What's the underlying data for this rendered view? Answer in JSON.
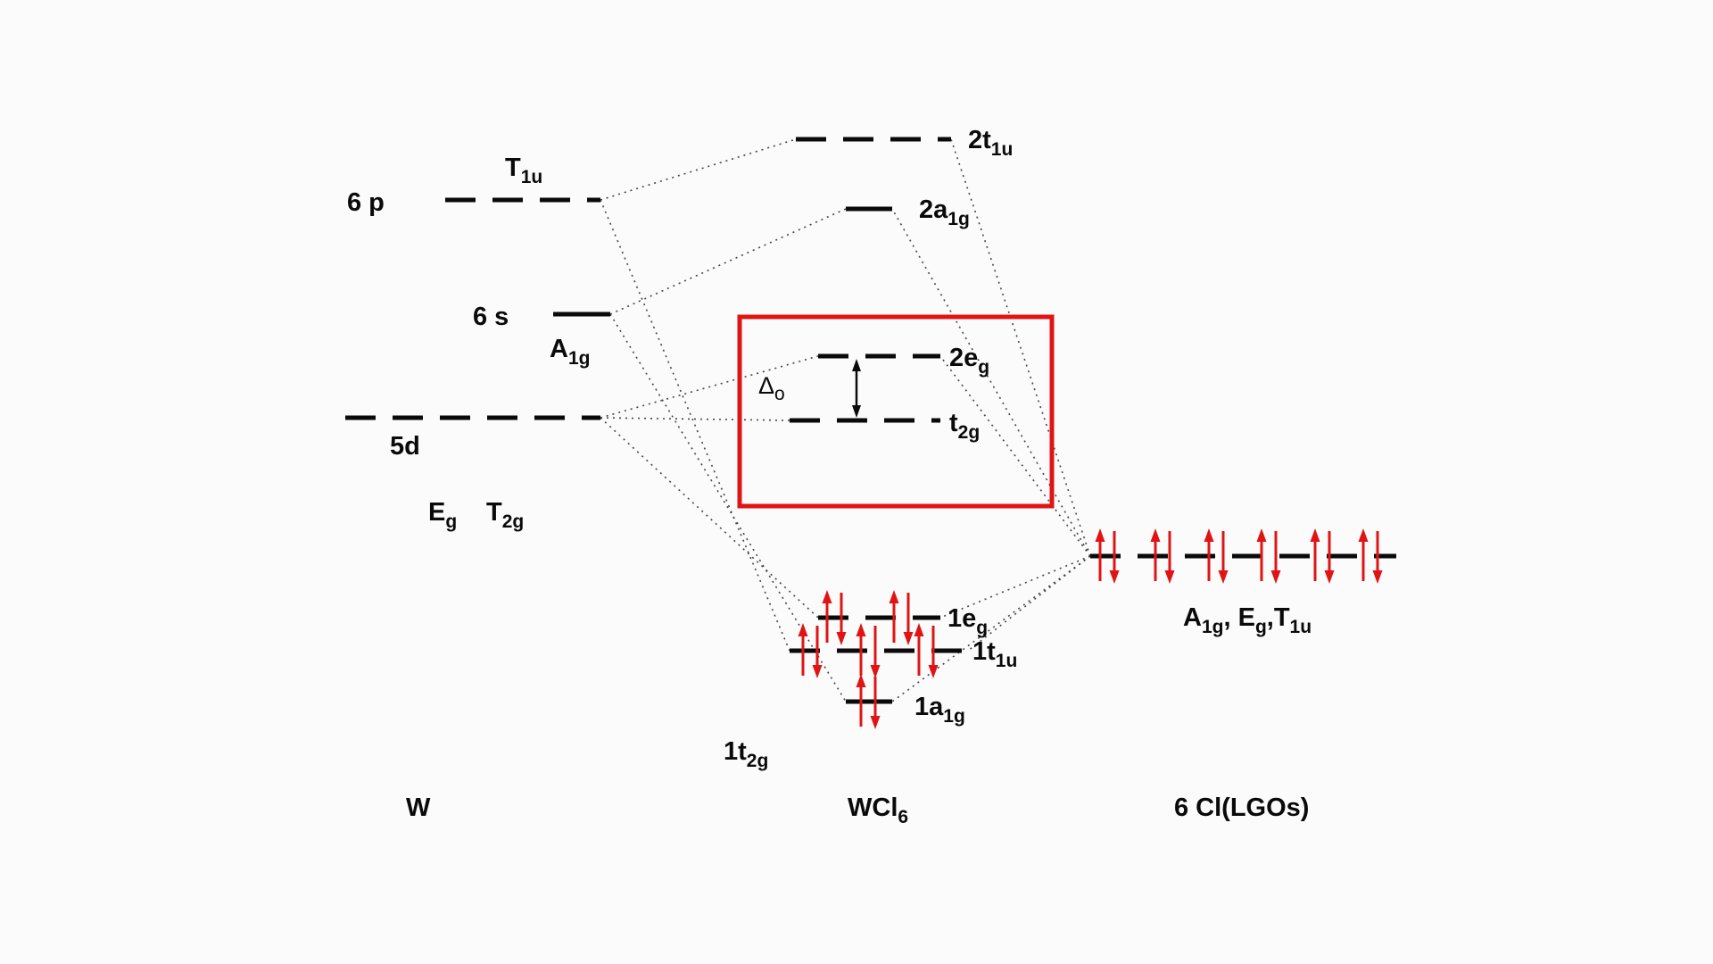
{
  "colors": {
    "background": "#fbfbfb",
    "level": "#0a0a0a",
    "connector": "#444444",
    "electron": "#e01414",
    "highlight_box": "#e01414",
    "text": "#0a0a0a"
  },
  "atom_column": {
    "level_6p_label": "6 p",
    "sym_t1u_main": "T",
    "sym_t1u_sub": "1u",
    "level_6s_label": "6 s",
    "sym_a1g_main": "A",
    "sym_a1g_sub": "1g",
    "level_5d_label": "5d",
    "sym_eg_main": "E",
    "sym_eg_sub": "g",
    "sym_t2g_main": "T",
    "sym_t2g_sub": "2g",
    "footer": "W"
  },
  "mo_column": {
    "lvl_2t1u_main": "2t",
    "lvl_2t1u_sub": "1u",
    "lvl_2a1g_main": "2a",
    "lvl_2a1g_sub": "1g",
    "lvl_2eg_main": "2e",
    "lvl_2eg_sub": "g",
    "lvl_t2g_main": "t",
    "lvl_t2g_sub": "2g",
    "lvl_1eg_main": "1e",
    "lvl_1eg_sub": "g",
    "lvl_1t1u_main": "1t",
    "lvl_1t1u_sub": "1u",
    "lvl_1a1g_main": "1a",
    "lvl_1a1g_sub": "1g",
    "lvl_1t2g_main": "1t",
    "lvl_1t2g_sub": "2g",
    "delta_main": "Δ",
    "delta_sub": "o",
    "footer_main": "WCl",
    "footer_sub": "6"
  },
  "lgo_column": {
    "sym_a1g_main": "A",
    "sym_a1g_sub": "1g",
    "sym_eg_main": ", E",
    "sym_eg_sub": "g",
    "sym_t1u_main": ",T",
    "sym_t1u_sub": "1u",
    "footer": "6 Cl(LGOs)"
  }
}
